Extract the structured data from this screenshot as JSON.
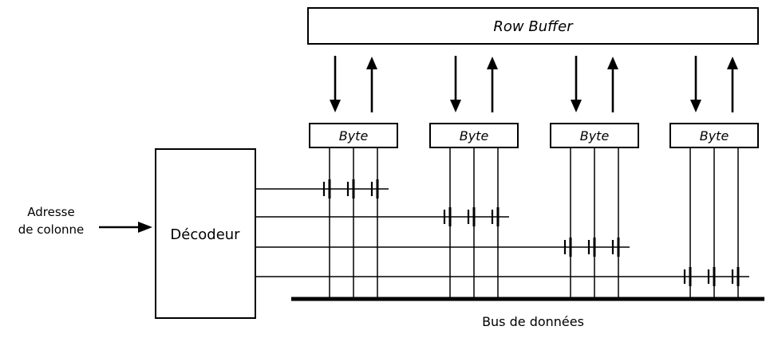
{
  "diagram": {
    "row_buffer": {
      "label": "Row Buffer"
    },
    "byte_boxes": [
      {
        "label": "Byte"
      },
      {
        "label": "Byte"
      },
      {
        "label": "Byte"
      },
      {
        "label": "Byte"
      }
    ],
    "decoder": {
      "label": "Décodeur"
    },
    "address_input": {
      "line1": "Adresse",
      "line2": "de colonne"
    },
    "data_bus": {
      "label": "Bus de données"
    },
    "structure": {
      "byte_groups": 4,
      "bit_lines_per_group": 3,
      "select_lines": 4
    },
    "colors": {
      "line": "#000000",
      "background": "#ffffff"
    }
  }
}
